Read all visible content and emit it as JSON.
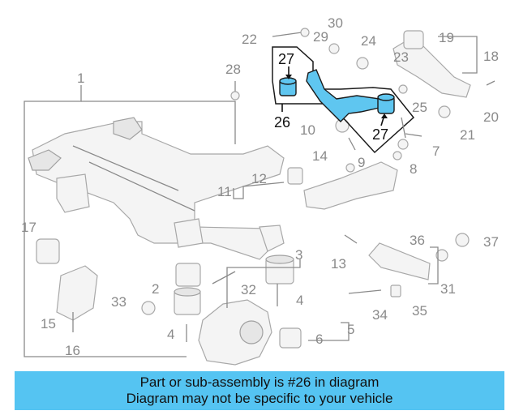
{
  "diagram": {
    "labels": {
      "l1": "1",
      "l2": "2",
      "l3": "3",
      "l4a": "4",
      "l4b": "4",
      "l5": "5",
      "l6": "6",
      "l7": "7",
      "l8": "8",
      "l9": "9",
      "l10": "10",
      "l11": "11",
      "l12": "12",
      "l13": "13",
      "l14": "14",
      "l15": "15",
      "l16": "16",
      "l17": "17",
      "l18": "18",
      "l19": "19",
      "l20": "20",
      "l21": "21",
      "l22": "22",
      "l23": "23",
      "l24": "24",
      "l25": "25",
      "l26": "26",
      "l27a": "27",
      "l27b": "27",
      "l28": "28",
      "l29": "29",
      "l30": "30",
      "l31": "31",
      "l32": "32",
      "l33": "33",
      "l34": "34",
      "l35": "35",
      "l36": "36",
      "l37": "37"
    },
    "highlight_color": "#5fc6f0"
  },
  "banner": {
    "line1": "Part or sub-assembly is #26 in diagram",
    "line2": "Diagram may not be specific to your vehicle",
    "color": "#55c4f2"
  }
}
